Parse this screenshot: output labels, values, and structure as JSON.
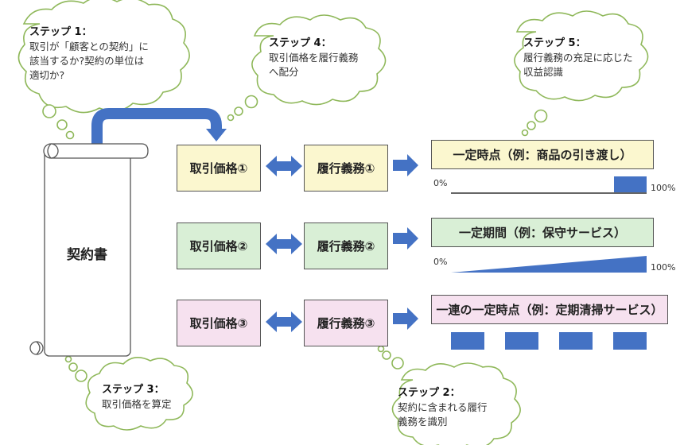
{
  "colors": {
    "arrow_blue": "#4472c4",
    "cloud_stroke": "#8fb85a",
    "yellow_fill": "#fbf7cf",
    "green_fill": "#d9efd6",
    "pink_fill": "#f6e1ef",
    "border": "#555555"
  },
  "contract": {
    "label": "契約書"
  },
  "steps": [
    {
      "id": 1,
      "title": "ステップ 1：",
      "lines": [
        "取引が「顧客との契約」に",
        "該当するか?契約の単位は",
        "適切か?"
      ]
    },
    {
      "id": 2,
      "title": "ステップ 2：",
      "lines": [
        "契約に含まれる履行",
        "義務を識別"
      ]
    },
    {
      "id": 3,
      "title": "ステップ 3：",
      "lines": [
        "取引価格を算定"
      ]
    },
    {
      "id": 4,
      "title": "ステップ 4：",
      "lines": [
        "取引価格を履行義務",
        "へ配分"
      ]
    },
    {
      "id": 5,
      "title": "ステップ 5：",
      "lines": [
        "履行義務の充足に応じた",
        "収益認識"
      ]
    }
  ],
  "rows": [
    {
      "price": "取引価格①",
      "obligation": "履行義務①",
      "recognition": "一定時点（例：商品の引き渡し）",
      "pattern": "point_in_time",
      "progress_start": "0%",
      "progress_end": "100%"
    },
    {
      "price": "取引価格②",
      "obligation": "履行義務②",
      "recognition": "一定期間（例：保守サービス）",
      "pattern": "over_time",
      "progress_start": "0%",
      "progress_end": "100%"
    },
    {
      "price": "取引価格③",
      "obligation": "履行義務③",
      "recognition": "一連の一定時点（例：定期清掃サービス）",
      "pattern": "series_of_points",
      "blocks": 4
    }
  ]
}
